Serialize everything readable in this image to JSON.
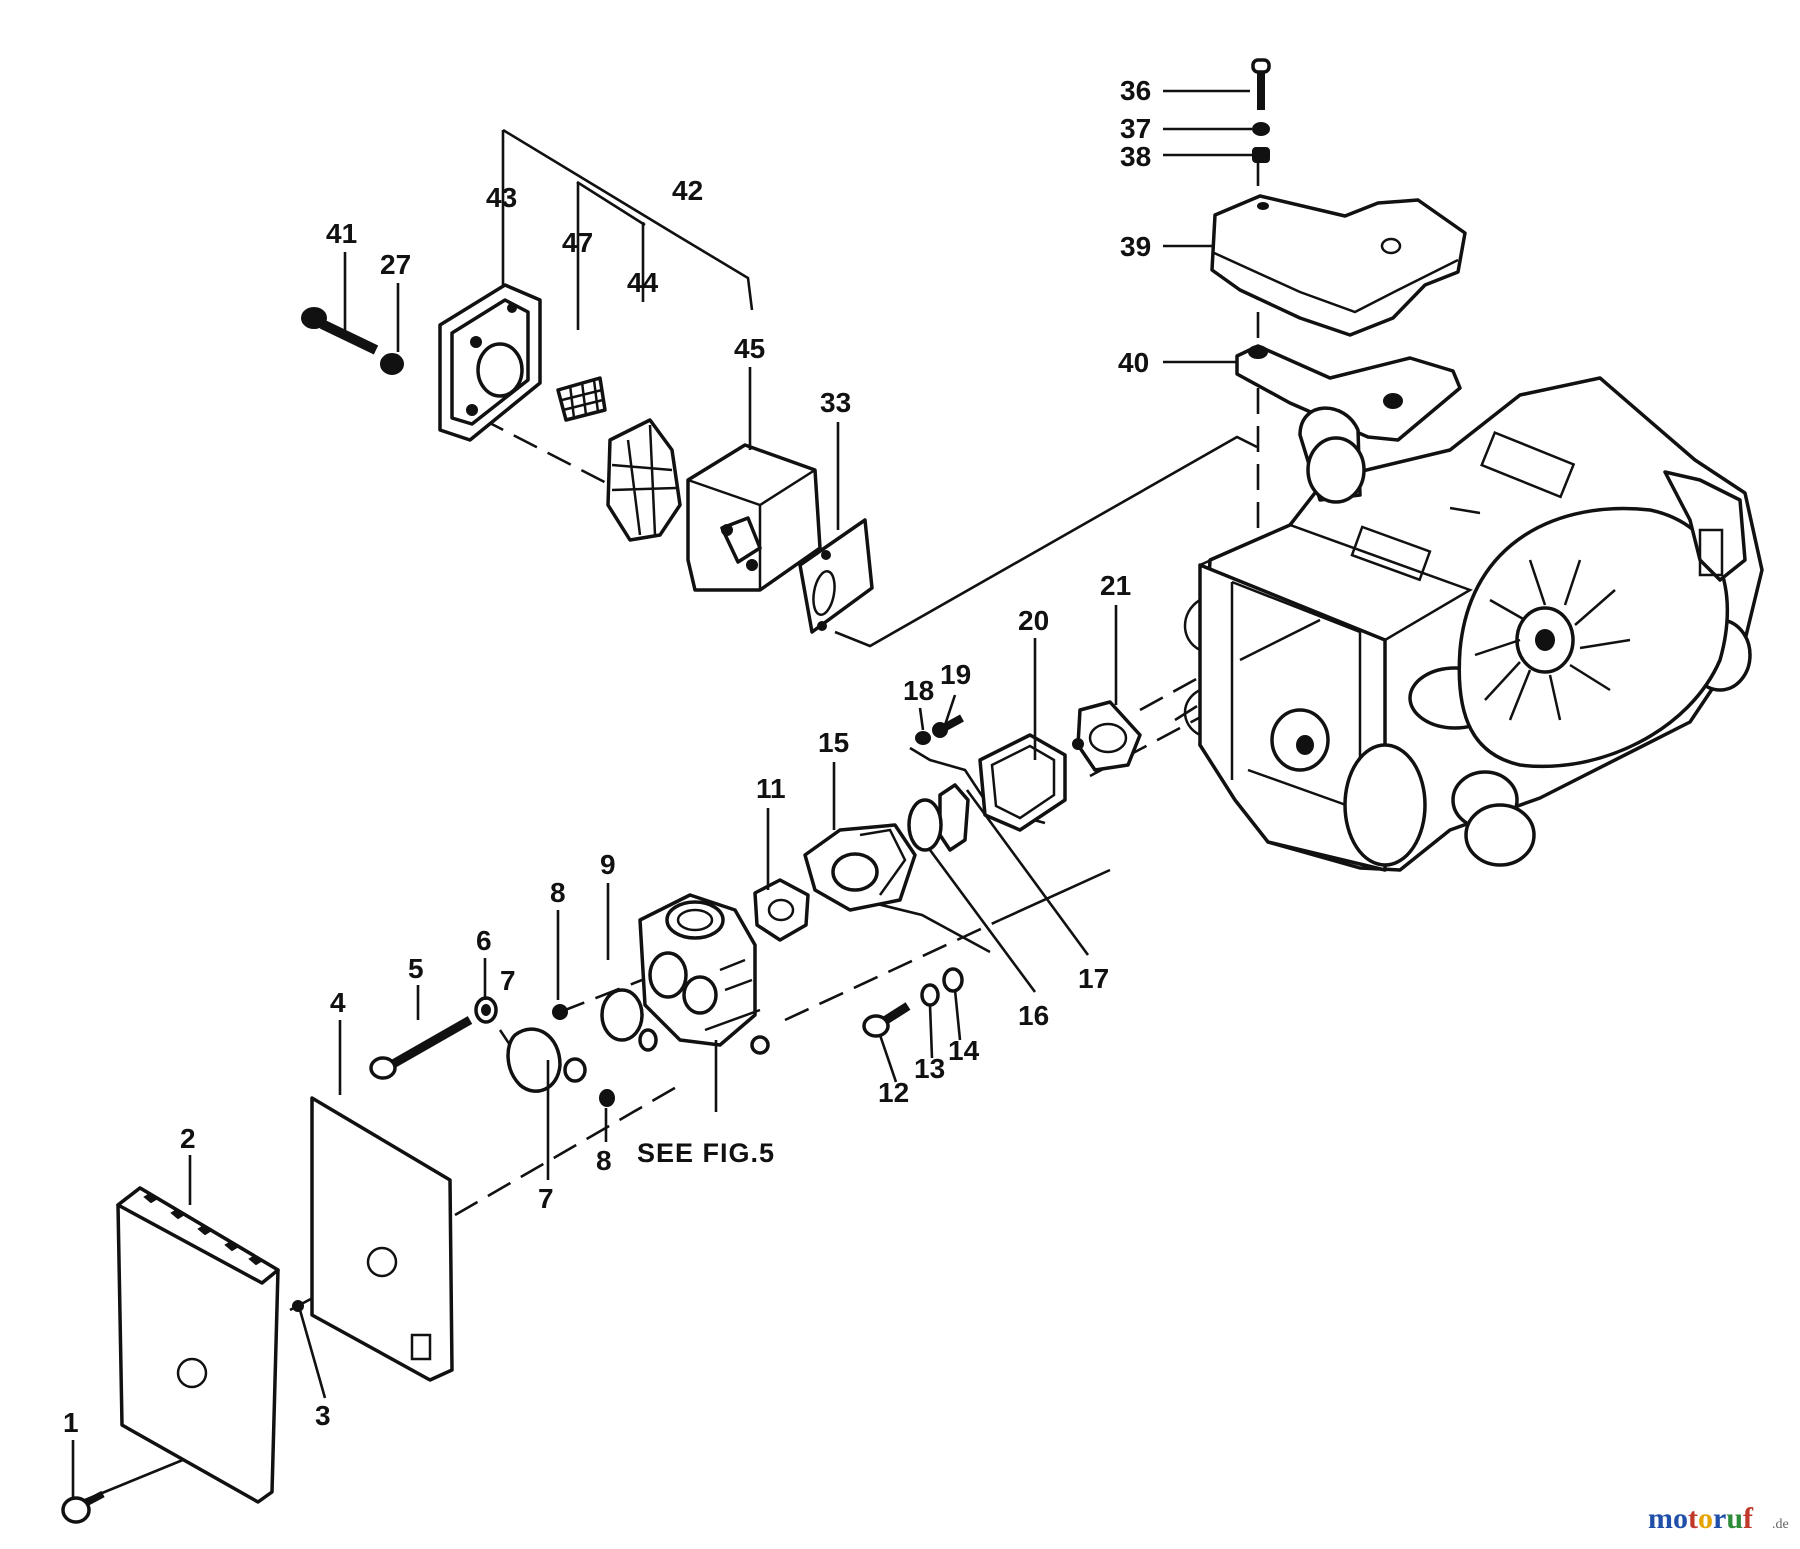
{
  "diagram": {
    "callouts": {
      "p1": "1",
      "p2": "2",
      "p3": "3",
      "p4": "4",
      "p5": "5",
      "p6": "6",
      "p7": "7",
      "p7b": "7",
      "p8a": "8",
      "p8b": "8",
      "p9": "9",
      "p11": "11",
      "p12": "12",
      "p13": "13",
      "p14": "14",
      "p15": "15",
      "p16": "16",
      "p17": "17",
      "p18": "18",
      "p19": "19",
      "p20": "20",
      "p21": "21",
      "p27": "27",
      "p33": "33",
      "p36": "36",
      "p37": "37",
      "p38": "38",
      "p39": "39",
      "p40": "40",
      "p41": "41",
      "p42": "42",
      "p43": "43",
      "p44": "44",
      "p45": "45",
      "p47": "47"
    },
    "see_fig_note": "SEE FIG.5"
  },
  "watermark": {
    "text": "motoruf",
    "suffix": ".de",
    "colors": [
      "#1f4fa8",
      "#1f4fa8",
      "#c0392b",
      "#e6a400",
      "#1f4fa8",
      "#2e8b3a",
      "#c0392b"
    ]
  }
}
